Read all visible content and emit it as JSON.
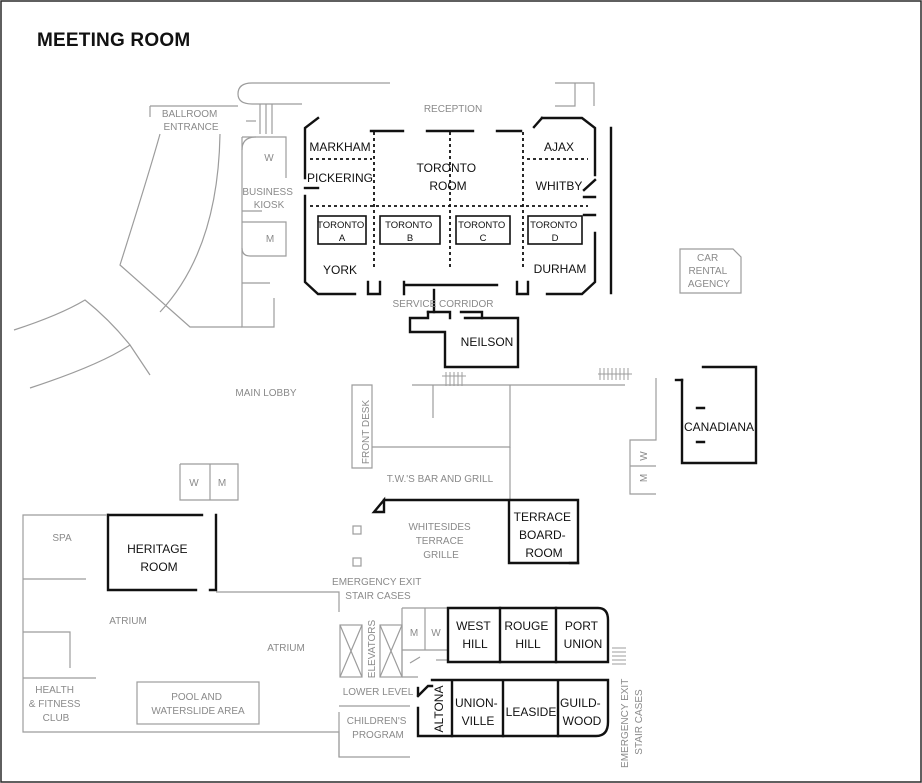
{
  "title": "MEETING ROOM",
  "rooms": {
    "markham": "MARKHAM",
    "pickering": "PICKERING",
    "toronto_room": [
      "TORONTO",
      "ROOM"
    ],
    "ajax": "AJAX",
    "whitby": "WHITBY",
    "toronto_a": [
      "TORONTO",
      "A"
    ],
    "toronto_b": "TORONTO\nB",
    "toronto_c": "TORONTO\nC",
    "toronto_d": "TORONTO\nD",
    "york": "YORK",
    "durham": "DURHAM",
    "neilson": "NEILSON",
    "canadiana": "CANADIANA",
    "terrace_boardroom": [
      "TERRACE",
      "BOARD-",
      "ROOM"
    ],
    "heritage_room": [
      "HERITAGE",
      "ROOM"
    ],
    "west_hill": [
      "WEST",
      "HILL"
    ],
    "rouge_hill": [
      "ROUGE",
      "HILL"
    ],
    "port_union": [
      "PORT",
      "UNION"
    ],
    "altona": "ALTONA",
    "unionville": [
      "UNION-",
      "VILLE"
    ],
    "leaside": "LEASIDE",
    "guildwood": [
      "GUILD-",
      "WOOD"
    ]
  },
  "areas": {
    "reception": "RECEPTION",
    "ballroom_entrance": [
      "BALLROOM",
      "ENTRANCE"
    ],
    "business_kiosk": [
      "BUSINESS",
      "KIOSK"
    ],
    "car_rental": [
      "CAR",
      "RENTAL",
      "AGENCY"
    ],
    "service_corridor": "SERVICE CORRIDOR",
    "main_lobby": "MAIN LOBBY",
    "front_desk": "FRONT DESK",
    "tw_bar": "T.W.'S BAR AND GRILL",
    "whitesides": [
      "WHITESIDES",
      "TERRACE",
      "GRILLE"
    ],
    "spa": "SPA",
    "atrium_1": "ATRIUM",
    "atrium_2": "ATRIUM",
    "emergency_exit_top": [
      "EMERGENCY EXIT",
      "STAIR CASES"
    ],
    "elevators": "ELEVATORS",
    "lower_level": "LOWER LEVEL",
    "childrens_program": [
      "CHILDREN'S",
      "PROGRAM"
    ],
    "health_club": [
      "HEALTH",
      "& FITNESS",
      "CLUB"
    ],
    "pool": [
      "POOL AND",
      "WATERSLIDE AREA"
    ],
    "emergency_exit_side": [
      "EMERGENCY EXIT",
      "STAIR CASES"
    ]
  },
  "washrooms": {
    "w": "W",
    "m": "M"
  }
}
